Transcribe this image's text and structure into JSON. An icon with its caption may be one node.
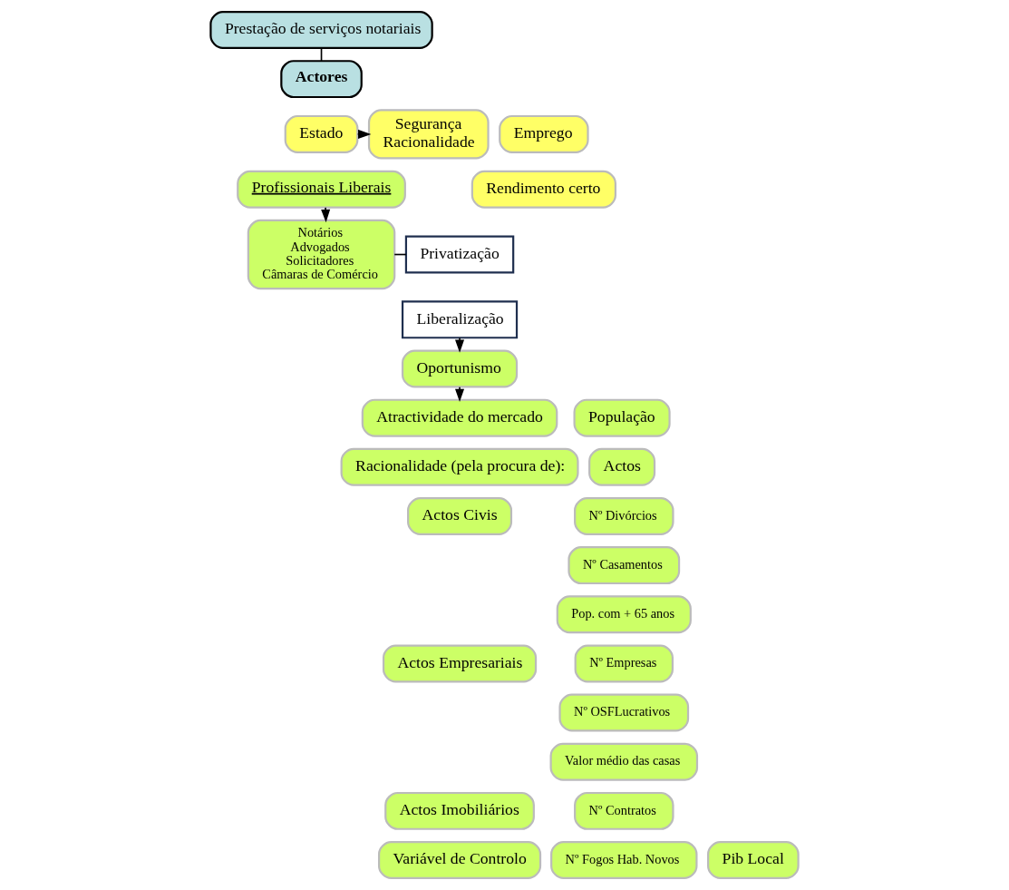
{
  "diagram": {
    "nodes": [
      {
        "text": [
          "Prestação de serviços notariais"
        ]
      },
      {
        "text": [
          "Actores"
        ]
      },
      {
        "text": [
          "Estado"
        ]
      },
      {
        "text": [
          "Profissionais Liberais"
        ]
      },
      {
        "text": [
          "Segurança",
          "Racionalidade"
        ]
      },
      {
        "text": [
          "Emprego"
        ]
      },
      {
        "text": [
          "Rendimento certo"
        ]
      },
      {
        "text": [
          "Notários",
          "Advogados",
          "Solicitadores",
          "Câmaras de Comércio"
        ]
      },
      {
        "text": [
          "Privatização"
        ]
      },
      {
        "text": [
          "Liberalização"
        ]
      },
      {
        "text": [
          "Oportunismo"
        ]
      },
      {
        "text": [
          "Atractividade do mercado"
        ]
      },
      {
        "text": [
          "População"
        ]
      },
      {
        "text": [
          "Actos"
        ]
      },
      {
        "text": [
          "Racionalidade (pela procura de):"
        ]
      },
      {
        "text": [
          "Actos Civis"
        ]
      },
      {
        "text": [
          "Nº Divórcios"
        ]
      },
      {
        "text": [
          "Nº Casamentos"
        ]
      },
      {
        "text": [
          "Pop. com + 65 anos"
        ]
      },
      {
        "text": [
          "Actos Empresariais"
        ]
      },
      {
        "text": [
          "Nº Empresas"
        ]
      },
      {
        "text": [
          "Nº OSFLucrativos"
        ]
      },
      {
        "text": [
          "Valor médio das casas"
        ]
      },
      {
        "text": [
          "Actos Imobiliários"
        ]
      },
      {
        "text": [
          "Nº Contratos"
        ]
      },
      {
        "text": [
          "Nº Fogos Hab. Novos"
        ]
      },
      {
        "text": [
          "Variável de Controlo"
        ]
      },
      {
        "text": [
          "Pib Local"
        ]
      }
    ],
    "edges": [
      {
        "from": 0,
        "to": 1,
        "arrow": "none"
      },
      {
        "from": 2,
        "to": 4,
        "arrow": "to"
      },
      {
        "from": 3,
        "to": 7,
        "arrow": "to"
      },
      {
        "from": 7,
        "to": 8,
        "arrow": "none"
      },
      {
        "from": 9,
        "to": 10,
        "arrow": "to"
      },
      {
        "from": 10,
        "to": 11,
        "arrow": "to"
      }
    ]
  }
}
